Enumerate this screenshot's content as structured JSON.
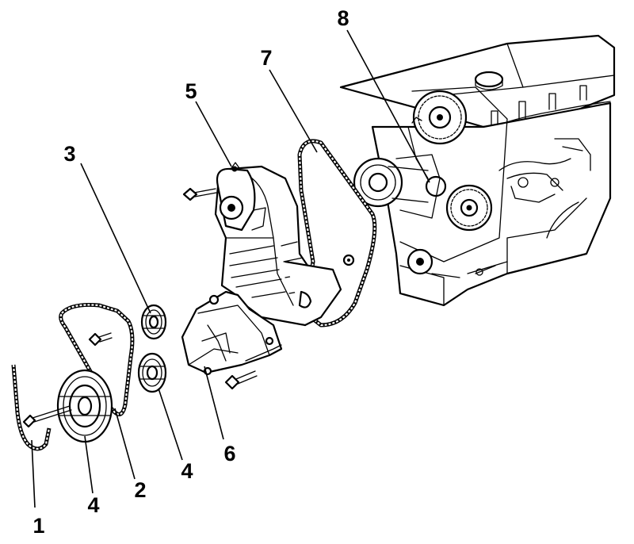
{
  "callouts": [
    {
      "id": "1",
      "label": "1"
    },
    {
      "id": "2",
      "label": "2"
    },
    {
      "id": "3",
      "label": "3"
    },
    {
      "id": "4a",
      "label": "4"
    },
    {
      "id": "4b",
      "label": "4"
    },
    {
      "id": "5",
      "label": "5"
    },
    {
      "id": "6",
      "label": "6"
    },
    {
      "id": "7",
      "label": "7"
    },
    {
      "id": "8",
      "label": "8"
    }
  ]
}
